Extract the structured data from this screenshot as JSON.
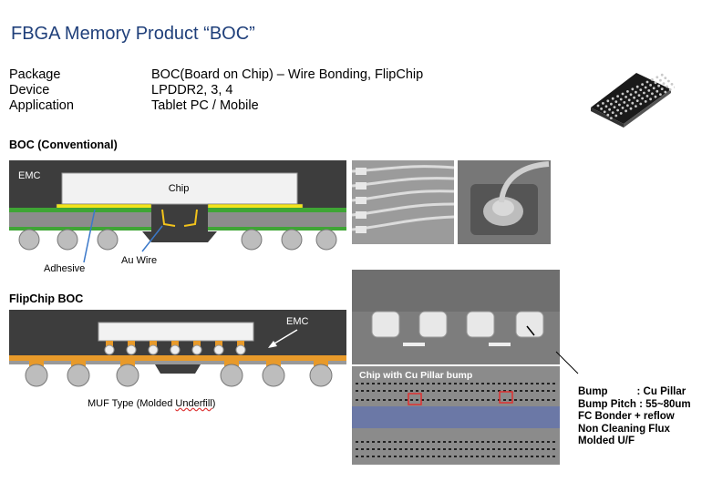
{
  "title": "FBGA Memory Product “BOC”",
  "info": {
    "labels": [
      "Package",
      "Device",
      "Application"
    ],
    "values": [
      "BOC(Board on Chip) – Wire Bonding, FlipChip",
      "LPDDR2, 3, 4",
      "Tablet PC / Mobile"
    ]
  },
  "boc": {
    "heading": "BOC (Conventional)",
    "emc_label": "EMC",
    "chip_label": "Chip",
    "adhesive_label": "Adhesive",
    "wire_label": "Au Wire"
  },
  "flipchip": {
    "heading": "FlipChip BOC",
    "emc_label": "EMC",
    "muf_prefix": "MUF Type (Molded ",
    "muf_underlined": "Underfill",
    "muf_suffix": ")",
    "photo_caption": "Chip with Cu Pillar bump"
  },
  "specs": [
    "Bump          : Cu Pillar",
    "Bump Pitch : 55~80um",
    "FC Bonder + reflow",
    "Non Cleaning Flux",
    "Molded U/F"
  ],
  "colors": {
    "title": "#1f3f7a",
    "emc": "#3d3d3d",
    "substrate_green": "#3fa535",
    "adhesive_yellow": "#f2e31b",
    "bump_orange": "#e89a2a",
    "arrow_blue": "#3a78c9"
  }
}
